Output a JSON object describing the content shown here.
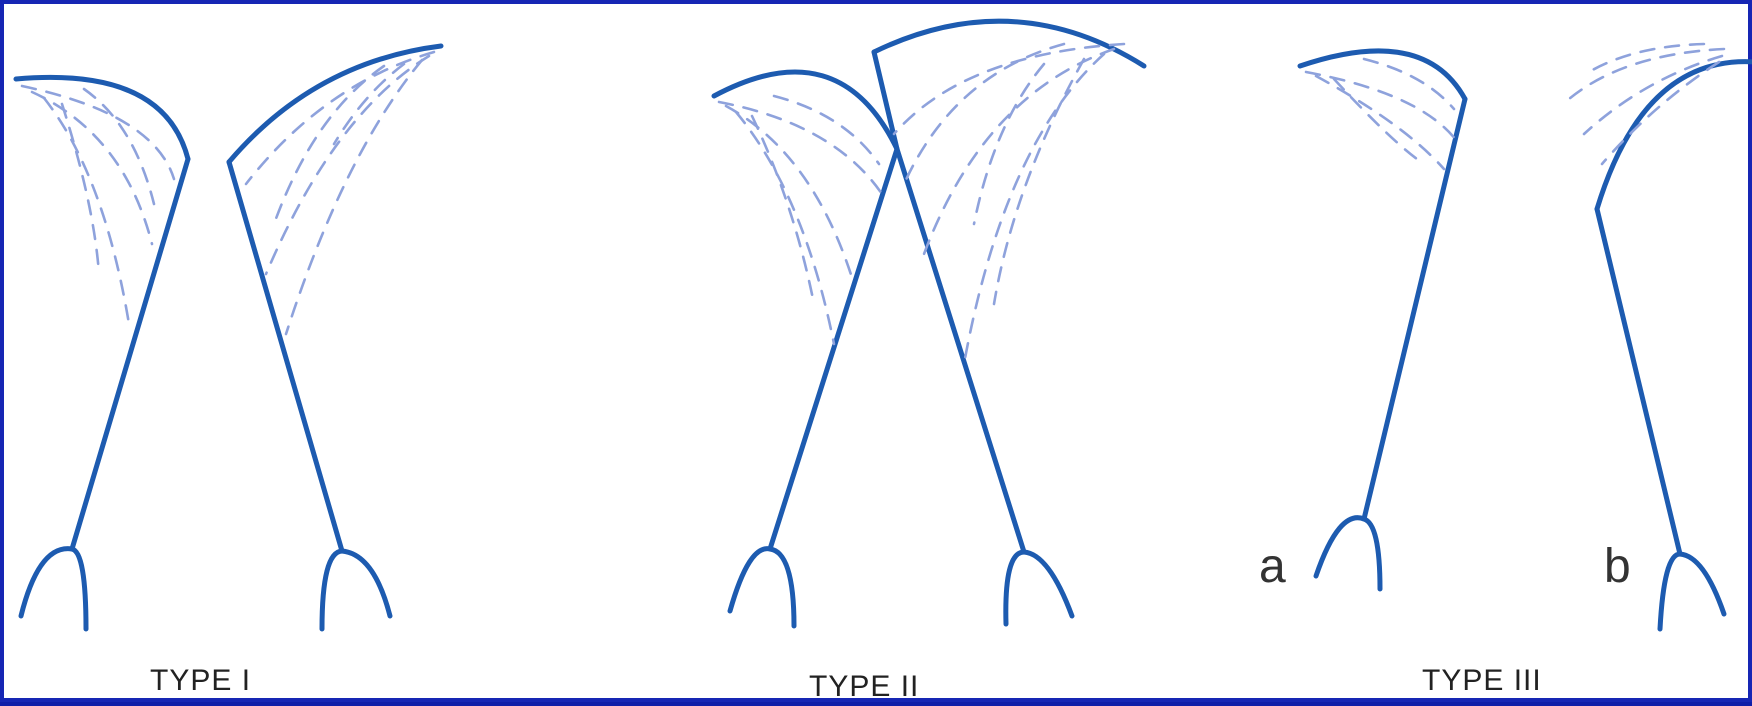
{
  "figure": {
    "types": [
      {
        "id": "type-1",
        "label": "TYPE I"
      },
      {
        "id": "type-2",
        "label": "TYPE II"
      },
      {
        "id": "type-3",
        "label": "TYPE III",
        "sublabels": {
          "a": "a",
          "b": "b"
        }
      }
    ],
    "colors": {
      "stroke": "#1d5bb0",
      "fan": "#8ea2dc",
      "frame": "#1626b4",
      "background": "#ffffff"
    }
  }
}
